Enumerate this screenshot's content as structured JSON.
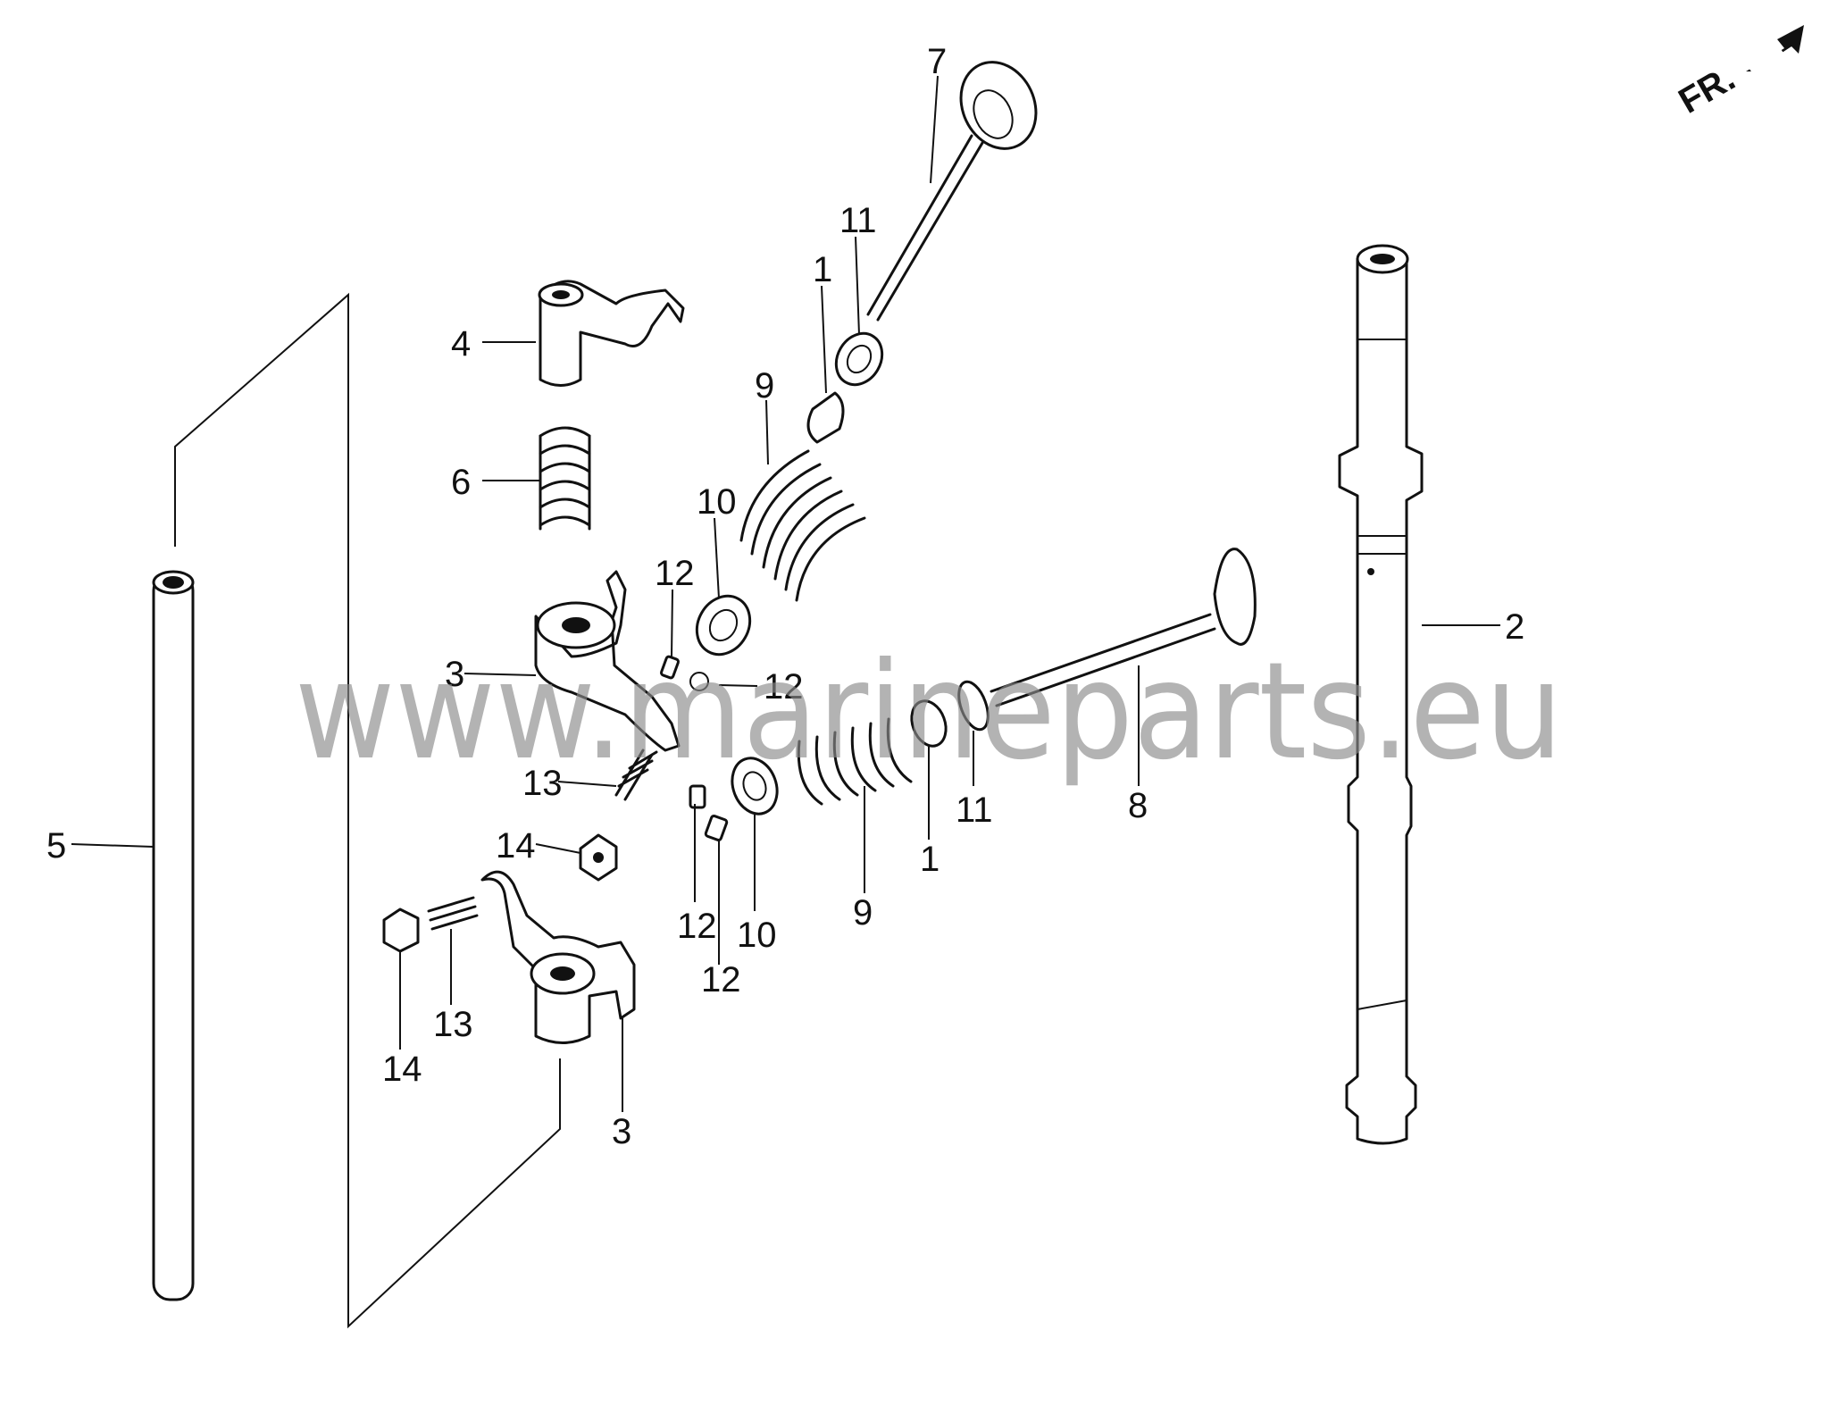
{
  "orientation_marker": {
    "text": "FR.",
    "icon": "front-arrow-icon"
  },
  "watermark": "www.marineparts.eu",
  "callouts": [
    {
      "id": "c7",
      "part": "7"
    },
    {
      "id": "c11a",
      "part": "11"
    },
    {
      "id": "c1a",
      "part": "1"
    },
    {
      "id": "c9a",
      "part": "9"
    },
    {
      "id": "c10a",
      "part": "10"
    },
    {
      "id": "c4",
      "part": "4"
    },
    {
      "id": "c6",
      "part": "6"
    },
    {
      "id": "c12a",
      "part": "12"
    },
    {
      "id": "c12b",
      "part": "12"
    },
    {
      "id": "c3a",
      "part": "3"
    },
    {
      "id": "c13a",
      "part": "13"
    },
    {
      "id": "c14a",
      "part": "14"
    },
    {
      "id": "c5",
      "part": "5"
    },
    {
      "id": "c12c",
      "part": "12"
    },
    {
      "id": "c10b",
      "part": "10"
    },
    {
      "id": "c12d",
      "part": "12"
    },
    {
      "id": "c9b",
      "part": "9"
    },
    {
      "id": "c1b",
      "part": "1"
    },
    {
      "id": "c11b",
      "part": "11"
    },
    {
      "id": "c8",
      "part": "8"
    },
    {
      "id": "c2",
      "part": "2"
    },
    {
      "id": "c14b",
      "part": "14"
    },
    {
      "id": "c13b",
      "part": "13"
    },
    {
      "id": "c3b",
      "part": "3"
    }
  ]
}
